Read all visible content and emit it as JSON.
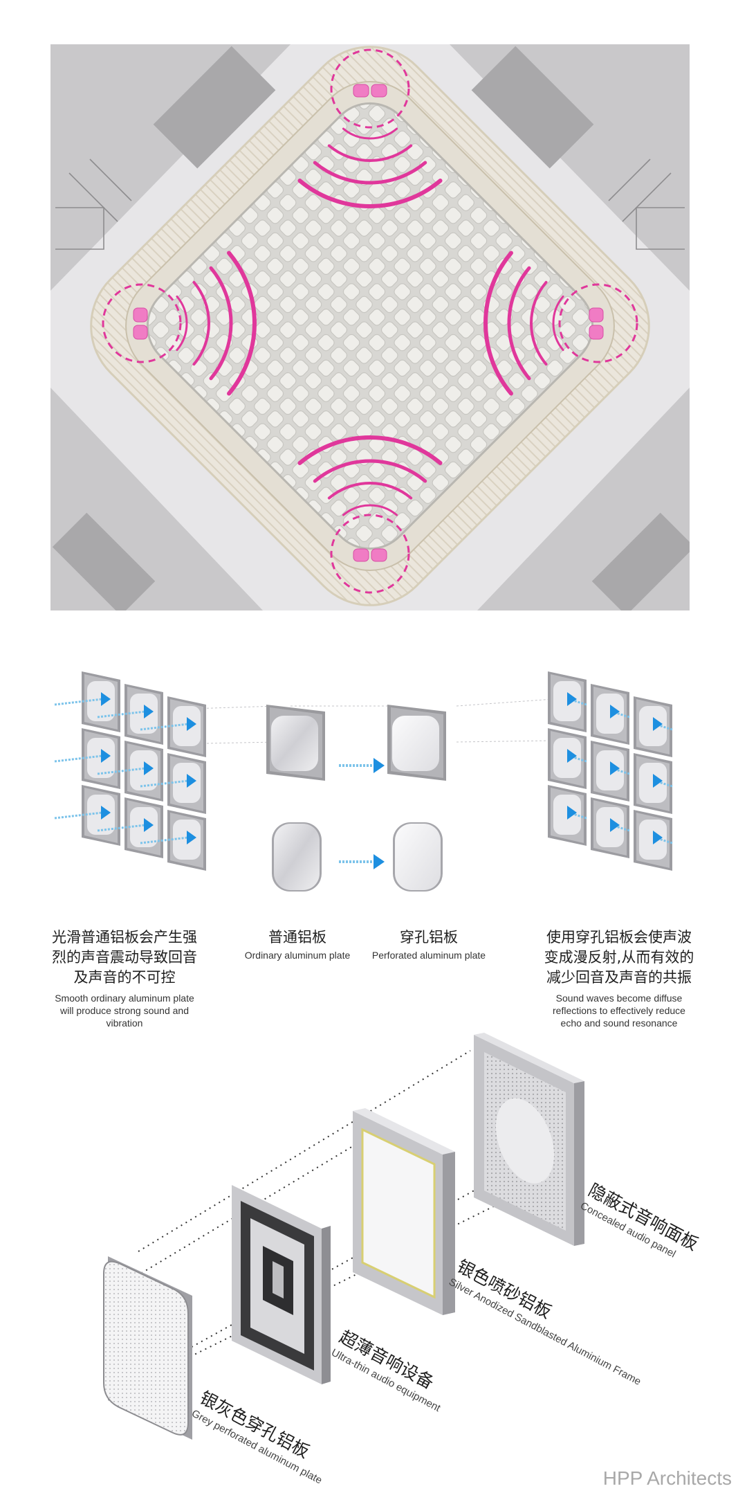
{
  "colors": {
    "wave": "#e0379b",
    "seat": "#f07cc4",
    "floor": "#e7e6e8",
    "block": "#b3b3b5",
    "ring": "#e9e4db",
    "grid": "#d9d8d4",
    "arrow": "#1d8fe0",
    "arrow_light": "#7cc3ea"
  },
  "middle": {
    "left_caption": {
      "cn_line1": "光滑普通铝板会产生强",
      "cn_line2": "烈的声音震动导致回音",
      "cn_line3": "及声音的不可控",
      "en_line1": "Smooth ordinary aluminum plate",
      "en_line2": "will produce strong sound and",
      "en_line3": "vibration"
    },
    "ordinary": {
      "cn": "普通铝板",
      "en": "Ordinary aluminum plate"
    },
    "perforated": {
      "cn": "穿孔铝板",
      "en": "Perforated aluminum plate"
    },
    "right_caption": {
      "cn_line1": "使用穿孔铝板会使声波",
      "cn_line2": "变成漫反射,从而有效的",
      "cn_line3": "减少回音及声音的共振",
      "en_line1": "Sound waves become diffuse",
      "en_line2": "reflections to effectively reduce",
      "en_line3": "echo and sound resonance"
    }
  },
  "exploded": {
    "labels": [
      {
        "cn": "隐蔽式音响面板",
        "en": "Concealed audio panel"
      },
      {
        "cn": "银色喷砂铝板",
        "en": "Silver Anodized Sandblasted Aluminium Frame"
      },
      {
        "cn": "超薄音响设备",
        "en": "Ultra-thin audio equipment"
      },
      {
        "cn": "银灰色穿孔铝板",
        "en": "Grey perforated aluminum plate"
      }
    ]
  },
  "watermark": "HPP Architects"
}
